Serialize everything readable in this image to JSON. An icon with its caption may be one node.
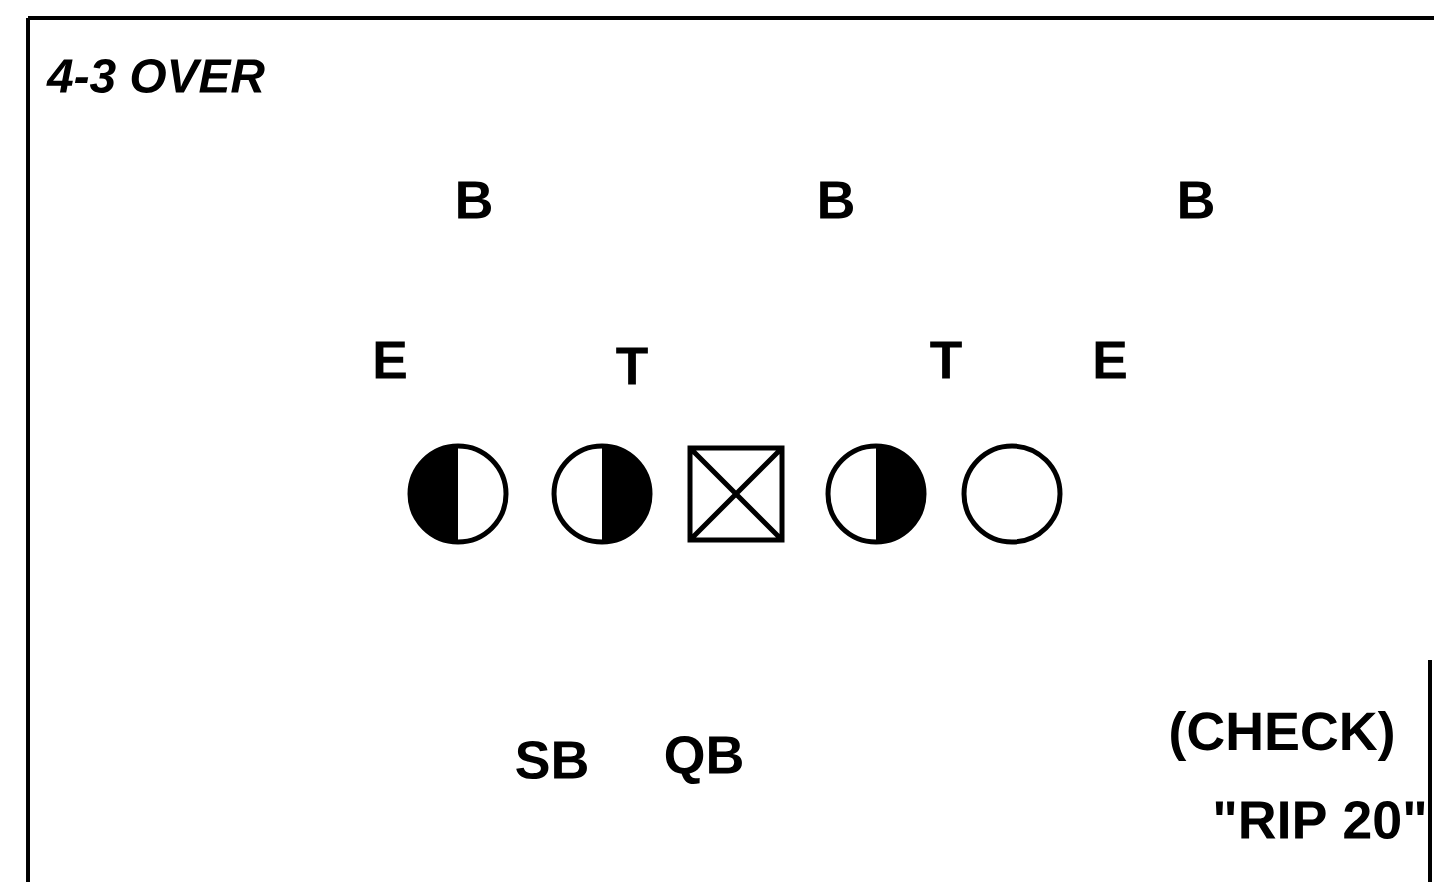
{
  "diagram": {
    "title": "4-3 OVER",
    "labels": [
      "B",
      "B",
      "B",
      "E",
      "T",
      "T",
      "E",
      "SB",
      "QB",
      "(CHECK)",
      "\"RIP 20\""
    ]
  }
}
